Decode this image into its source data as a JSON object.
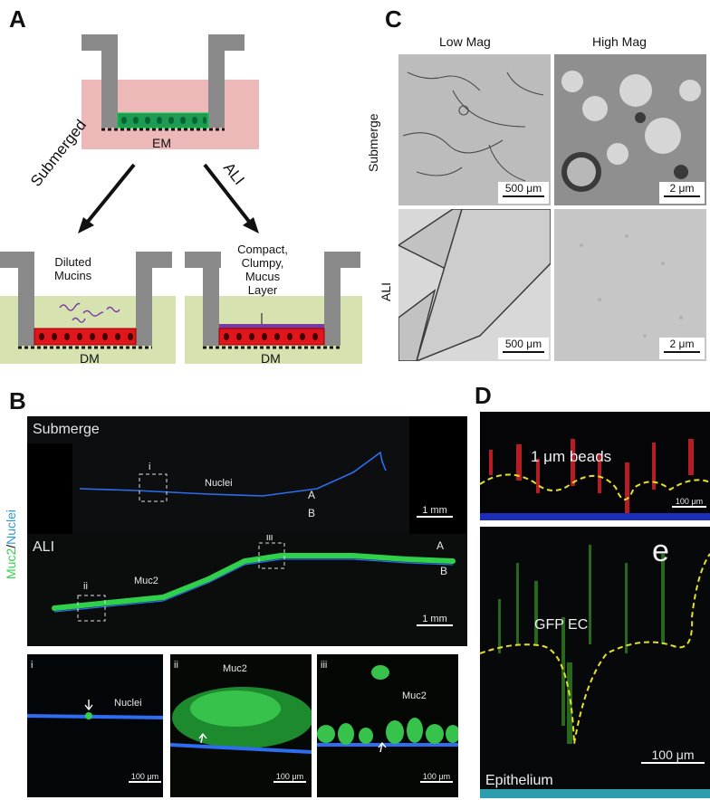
{
  "panels": {
    "A": {
      "letter": "A",
      "top_medium": "EM",
      "arrow_left": "Submerged",
      "arrow_right": "ALI",
      "left_label": "Diluted\nMucins",
      "right_label": "Compact,\nClumpy,\nMucus\nLayer",
      "left_medium": "DM",
      "right_medium": "DM",
      "colors": {
        "insert": "#8a8a8a",
        "em": "#ecb8b8",
        "dm": "#d6e3b0",
        "cells_top": "#1e9a52",
        "cells_bottom": "#e0161c",
        "mucus": "#7b3aa0"
      }
    },
    "B": {
      "letter": "B",
      "side_label_a": "Muc2",
      "side_label_b": "/",
      "side_label_c": "Nuclei",
      "submerge": {
        "title": "Submerge",
        "inset": "i",
        "nuclei": "Nuclei",
        "a": "A",
        "b": "B",
        "scale": "1 mm"
      },
      "ali": {
        "title": "ALI",
        "inset_ii": "ii",
        "inset_iii": "iii",
        "muc2": "Muc2",
        "a": "A",
        "b": "B",
        "scale": "1 mm"
      },
      "zoom_i": {
        "label": "i",
        "nuclei": "Nuclei",
        "scale": "100 μm"
      },
      "zoom_ii": {
        "label": "ii",
        "muc2": "Muc2",
        "scale": "100 μm"
      },
      "zoom_iii": {
        "label": "iii",
        "muc2": "Muc2",
        "scale": "100 μm"
      },
      "colors": {
        "muc2": "#2fd04a",
        "nuclei": "#2f6df0"
      }
    },
    "C": {
      "letter": "C",
      "col_low": "Low Mag",
      "col_high": "High Mag",
      "row_sub": "Submerge",
      "row_ali": "ALI",
      "scale_sub_low": "500 μm",
      "scale_sub_high": "2 μm",
      "scale_ali_low": "500 μm",
      "scale_ali_high": "2 μm"
    },
    "D": {
      "letter": "D",
      "beads": "1 μm beads",
      "scale_top": "100 μm",
      "e_label": "e",
      "gfp": "GFP EC",
      "scale_bottom": "100 μm",
      "epithelium": "Epithelium",
      "colors": {
        "beads": "#e0232b",
        "gfp": "#46b52f",
        "dash": "#e6e028"
      }
    }
  }
}
